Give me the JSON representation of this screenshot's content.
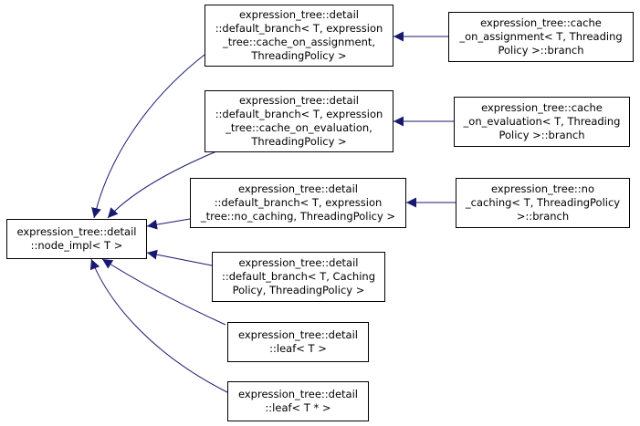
{
  "colors": {
    "edge": "#191970",
    "border": "#000000",
    "background": "#ffffff"
  },
  "nodes": {
    "node_impl": {
      "lines": [
        "expression_tree::detail",
        "::node_impl< T >"
      ]
    },
    "default_branch_cache_on_assignment": {
      "lines": [
        "expression_tree::detail",
        "::default_branch< T, expression",
        "_tree::cache_on_assignment,",
        "ThreadingPolicy >"
      ]
    },
    "default_branch_cache_on_evaluation": {
      "lines": [
        "expression_tree::detail",
        "::default_branch< T, expression",
        "_tree::cache_on_evaluation,",
        "ThreadingPolicy >"
      ]
    },
    "default_branch_no_caching": {
      "lines": [
        "expression_tree::detail",
        "::default_branch< T, expression",
        "_tree::no_caching, ThreadingPolicy >"
      ]
    },
    "default_branch_caching_policy": {
      "lines": [
        "expression_tree::detail",
        "::default_branch< T, Caching",
        "Policy, ThreadingPolicy >"
      ]
    },
    "leaf_t": {
      "lines": [
        "expression_tree::detail",
        "::leaf< T >"
      ]
    },
    "leaf_t_ptr": {
      "lines": [
        "expression_tree::detail",
        "::leaf< T * >"
      ]
    },
    "cache_on_assignment_branch": {
      "lines": [
        "expression_tree::cache",
        "_on_assignment< T, Threading",
        "Policy >::branch"
      ]
    },
    "cache_on_evaluation_branch": {
      "lines": [
        "expression_tree::cache",
        "_on_evaluation< T, Threading",
        "Policy >::branch"
      ]
    },
    "no_caching_branch": {
      "lines": [
        "expression_tree::no",
        "_caching< T, ThreadingPolicy",
        ">::branch"
      ]
    }
  }
}
